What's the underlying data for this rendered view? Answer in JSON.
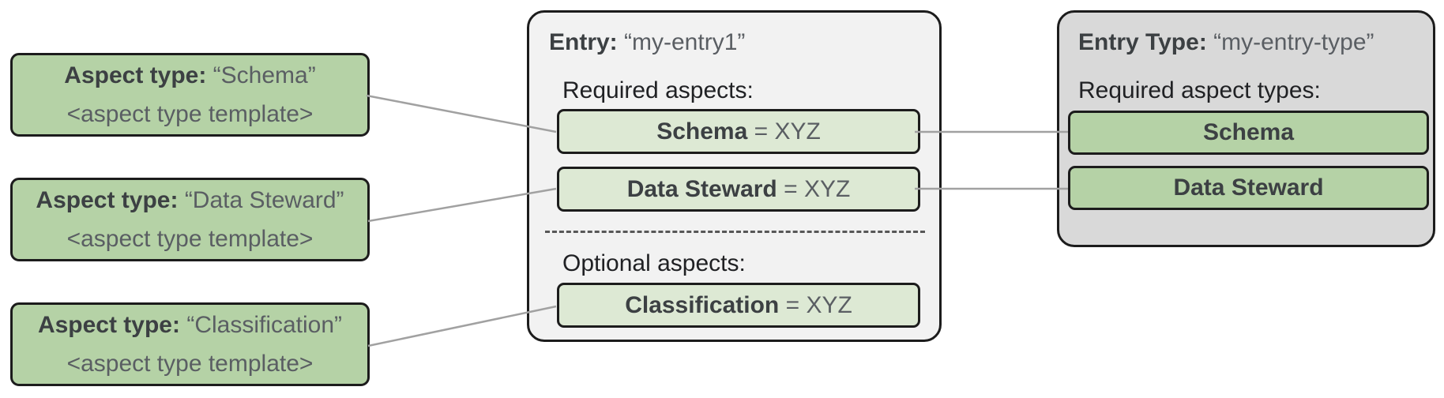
{
  "diagram": {
    "aspect_types": [
      {
        "label": "Aspect type:",
        "name": "“Schema”",
        "template": "<aspect type template>"
      },
      {
        "label": "Aspect type:",
        "name": "“Data Steward”",
        "template": "<aspect type template>"
      },
      {
        "label": "Aspect type:",
        "name": "“Classification”",
        "template": "<aspect type template>"
      }
    ],
    "entry": {
      "label": "Entry:",
      "name": "“my-entry1”",
      "required_heading": "Required aspects:",
      "required_aspects": [
        {
          "name": "Schema",
          "value": "= XYZ"
        },
        {
          "name": "Data Steward",
          "value": "= XYZ"
        }
      ],
      "optional_heading": "Optional aspects:",
      "optional_aspects": [
        {
          "name": "Classification",
          "value": "= XYZ"
        }
      ]
    },
    "entry_type": {
      "label": "Entry Type:",
      "name": "“my-entry-type”",
      "required_heading": "Required aspect types:",
      "required_aspect_types": [
        {
          "name": "Schema"
        },
        {
          "name": "Data Steward"
        }
      ]
    },
    "colors": {
      "aspect_green": "#b5d2a6",
      "aspect_green_light": "#dde9d4",
      "entry_background": "#f2f2f2",
      "entry_type_background": "#d9d9d9",
      "border": "#1c1c1c",
      "connector": "#a1a1a1"
    }
  }
}
